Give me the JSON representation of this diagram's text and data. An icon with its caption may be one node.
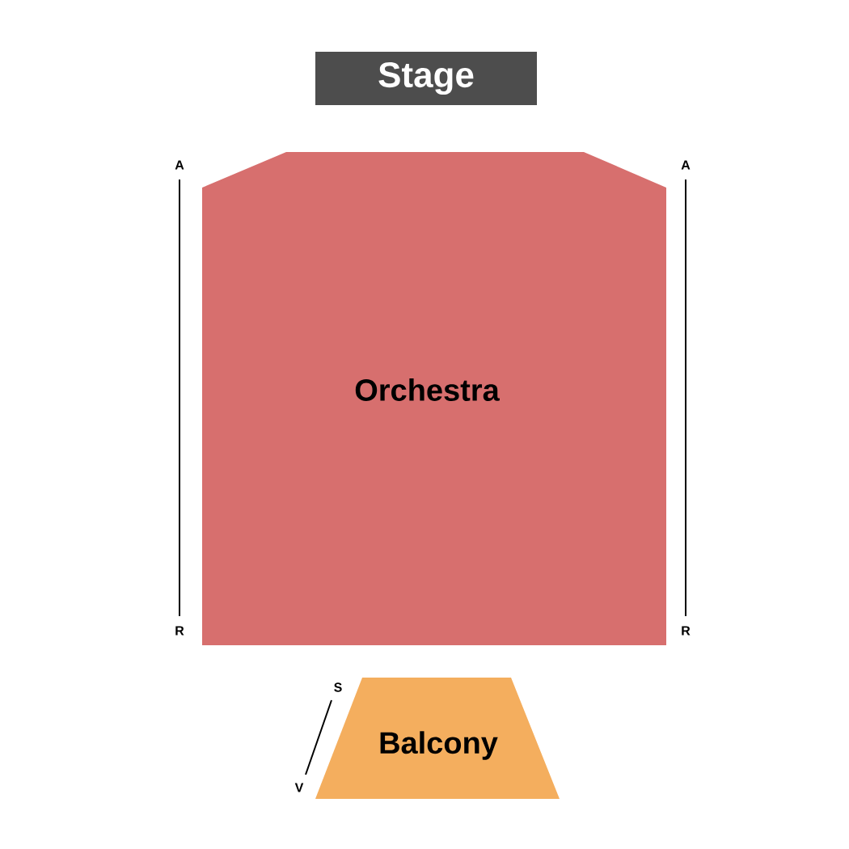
{
  "diagram": {
    "nodes": [
      {
        "text": [
          "Stage"
        ]
      },
      {
        "text": [
          "Orchestra"
        ]
      },
      {
        "text": [
          "Balcony"
        ]
      }
    ],
    "labels": [
      "A",
      "A",
      "R",
      "R",
      "S",
      "V"
    ]
  }
}
